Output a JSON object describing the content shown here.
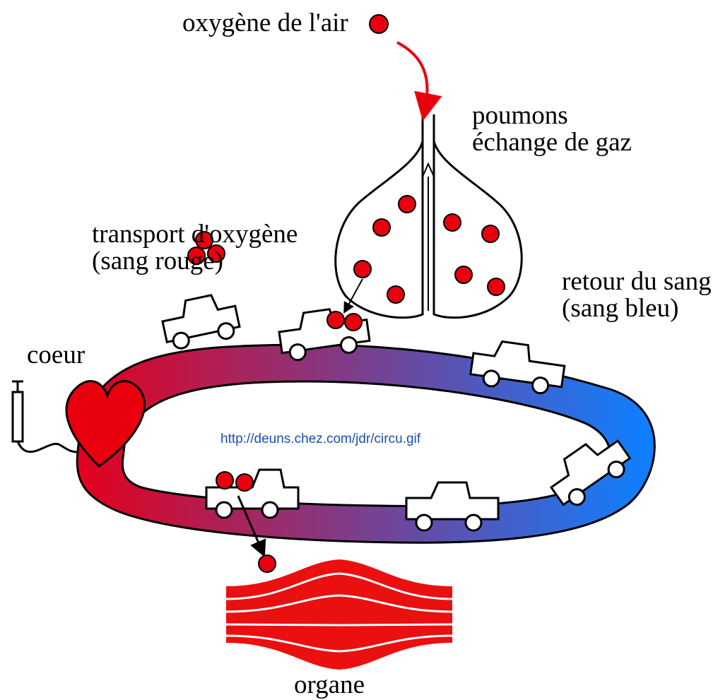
{
  "labels": {
    "oxygen_air": "oxygène de l'air",
    "lungs_line1": "poumons",
    "lungs_line2": "échange de gaz",
    "transport_line1": "transport d'oxygène",
    "transport_line2": "(sang rouge)",
    "return_line1": "retour du sang",
    "return_line2": "(sang bleu)",
    "heart": "coeur",
    "organ": "organe"
  },
  "source_url": "http://deuns.chez.com/jdr/circu.gif",
  "colors": {
    "oxygen": "#e8000e",
    "oxygenated_blood": "#e4001c",
    "deoxygenated_blood": "#0f7fff",
    "muscle": "#ea1010",
    "arrow": "#e8000e"
  }
}
